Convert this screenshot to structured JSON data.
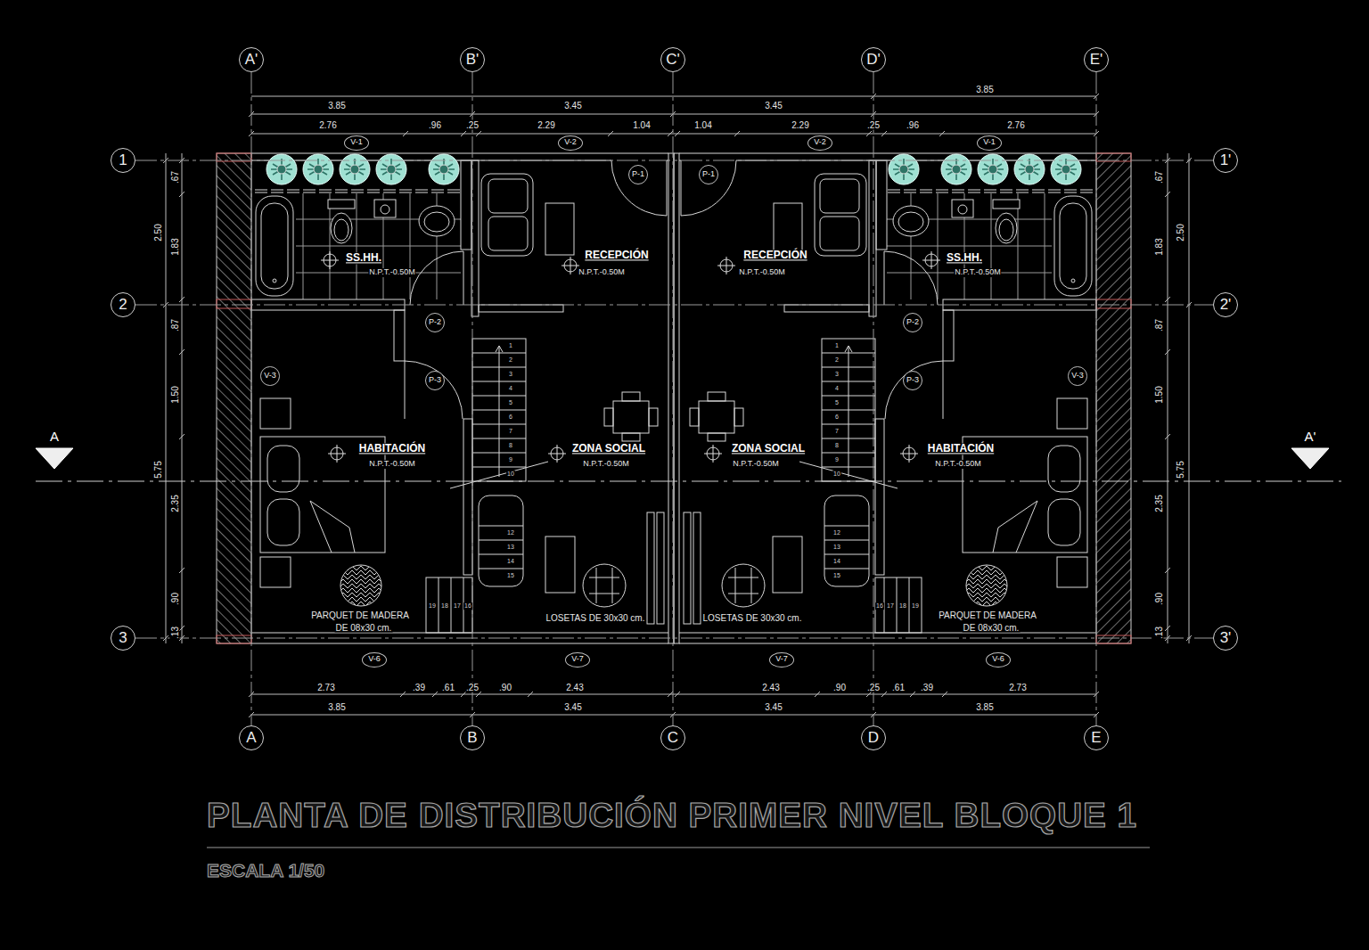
{
  "diagram": {
    "title": "PLANTA DE DISTRIBUCIÓN PRIMER NIVEL BLOQUE 1",
    "caption": "ESCALA 1/50",
    "nodes": [
      {
        "text": [
          "A'"
        ]
      },
      {
        "text": [
          "B'"
        ]
      },
      {
        "text": [
          "C'"
        ]
      },
      {
        "text": [
          "D'"
        ]
      },
      {
        "text": [
          "E'"
        ]
      },
      {
        "text": [
          "V-1"
        ]
      },
      {
        "text": [
          "V-2"
        ]
      },
      {
        "text": [
          "V-2"
        ]
      },
      {
        "text": [
          "V-1"
        ]
      },
      {
        "text": [
          "1"
        ]
      },
      {
        "text": [
          "1'"
        ]
      },
      {
        "text": [
          "P-1"
        ]
      },
      {
        "text": [
          "P-1"
        ]
      },
      {
        "text": [
          "2"
        ]
      },
      {
        "text": [
          "2'"
        ]
      },
      {
        "text": [
          "P-2"
        ]
      },
      {
        "text": [
          "P-2"
        ]
      },
      {
        "text": [
          "V-3"
        ]
      },
      {
        "text": [
          "P-3"
        ]
      },
      {
        "text": [
          "P-3"
        ]
      },
      {
        "text": [
          "V-3"
        ]
      },
      {
        "text": [
          "3"
        ]
      },
      {
        "text": [
          "3'"
        ]
      },
      {
        "text": [
          "V-6"
        ]
      },
      {
        "text": [
          "V-7"
        ]
      },
      {
        "text": [
          "V-7"
        ]
      },
      {
        "text": [
          "V-6"
        ]
      },
      {
        "text": [
          "A"
        ]
      },
      {
        "text": [
          "B"
        ]
      },
      {
        "text": [
          "C"
        ]
      },
      {
        "text": [
          "D"
        ]
      },
      {
        "text": [
          "E"
        ]
      }
    ],
    "edges": [
      {
        "from": 0,
        "to": 27,
        "arrow": "none"
      },
      {
        "from": 1,
        "to": 28,
        "arrow": "none"
      },
      {
        "from": 2,
        "to": 29,
        "arrow": "none"
      },
      {
        "from": 3,
        "to": 30,
        "arrow": "none"
      },
      {
        "from": 4,
        "to": 31,
        "arrow": "none"
      },
      {
        "from": 9,
        "to": 10,
        "arrow": "none"
      },
      {
        "from": 13,
        "to": 14,
        "arrow": "none"
      },
      {
        "from": 21,
        "to": 22,
        "arrow": "none"
      }
    ],
    "labels": [
      "3.85",
      "3.85",
      "3.45",
      "3.45",
      "2.76",
      ".96",
      ".25",
      "2.29",
      "1.04",
      "1.04",
      "2.29",
      ".25",
      ".96",
      "2.76",
      "SS.HH.",
      "N.P.T.-0.50M",
      "RECEPCIÓN",
      "N.P.T.-0.50M",
      "RECEPCIÓN",
      "N.P.T.-0.50M",
      "SS.HH.",
      "N.P.T.-0.50M",
      "HABITACIÓN",
      "N.P.T.-0.50M",
      "ZONA SOCIAL",
      "N.P.T.-0.50M",
      "ZONA SOCIAL",
      "N.P.T.-0.50M",
      "HABITACIÓN",
      "N.P.T.-0.50M",
      "PARQUET DE MADERA",
      "DE 08x30 cm.",
      "LOSETAS DE 30x30 cm.",
      "LOSETAS DE 30x30 cm.",
      "PARQUET DE MADERA",
      "DE 08x30 cm.",
      "2.73",
      ".39",
      ".61",
      ".25",
      ".90",
      "2.43",
      "2.43",
      ".90",
      ".25",
      ".61",
      ".39",
      "2.73",
      "3.85",
      "3.45",
      "3.45",
      "3.85",
      "2.50",
      ".67",
      "1.83",
      ".87",
      "1.50",
      "5.75",
      "2.35",
      ".90",
      ".13",
      "2.50",
      ".67",
      "1.83",
      ".87",
      "1.50",
      "5.75",
      "2.35",
      ".90",
      ".13",
      "A",
      "A'",
      "1",
      "2",
      "3",
      "4",
      "5",
      "6",
      "7",
      "8",
      "9",
      "10",
      "12",
      "13",
      "14",
      "15",
      "19",
      "18",
      "17",
      "16",
      "1",
      "2",
      "3",
      "4",
      "5",
      "6",
      "7",
      "8",
      "9",
      "10",
      "12",
      "13",
      "14",
      "15",
      "16",
      "17",
      "18",
      "19"
    ]
  }
}
